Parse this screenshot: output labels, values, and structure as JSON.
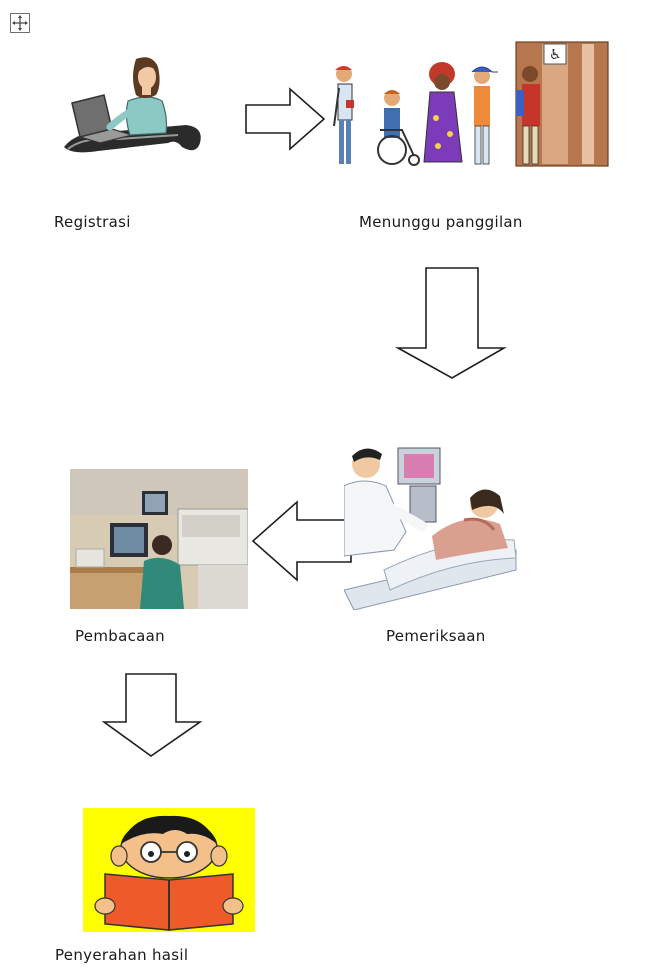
{
  "steps": {
    "registrasi": {
      "label": "Registrasi",
      "image": "receptionist-at-computer-illustration"
    },
    "menunggu": {
      "label": "Menunggu panggilan",
      "image": "people-queue-illustration"
    },
    "pemeriksaan": {
      "label": "Pemeriksaan",
      "image": "ultrasound-examination-illustration"
    },
    "pembacaan": {
      "label": "Pembacaan",
      "image": "radiology-reading-room-photo"
    },
    "penyerahan": {
      "label": "Penyerahan hasil",
      "image": "boy-reading-book-illustration"
    }
  },
  "colors": {
    "arrow_fill": "#ffffff",
    "arrow_stroke": "#1f1f1f",
    "penyerahan_bg": "#ffff00"
  }
}
